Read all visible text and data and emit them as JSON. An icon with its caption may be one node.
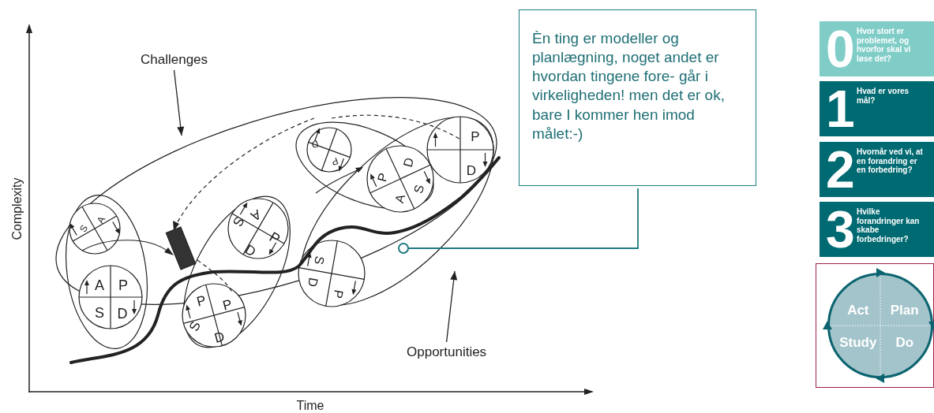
{
  "diagram": {
    "nodes": [
      {
        "text": [
          "Challenges"
        ]
      },
      {
        "text": [
          "Opportunities"
        ]
      },
      {
        "text": [
          "Èn ting er modeller og planlægning, noget andet er hvordan tingene fore- går i virkeligheden! men det er ok, bare I kommer hen imod målet:-)"
        ]
      },
      {
        "text": [
          "0",
          "Hvor stort er problemet, og hvorfor skal vi løse det?"
        ]
      },
      {
        "text": [
          "1",
          "Hvad er vores mål?"
        ]
      },
      {
        "text": [
          "2",
          "Hvornår ved vi, at en forandring er en forbedring?"
        ]
      },
      {
        "text": [
          "3",
          "Hvilke forandringer kan skabe forbedringer?"
        ]
      },
      {
        "text": [
          "Act",
          "Plan",
          "Study",
          "Do"
        ]
      }
    ],
    "edges": [
      {
        "from": 0,
        "to": null,
        "arrow": "to"
      },
      {
        "from": 1,
        "to": null,
        "arrow": "to"
      },
      {
        "from": 2,
        "to": null,
        "arrow": "other",
        "color": "#1f7a80"
      }
    ],
    "labels": [
      "Complexity",
      "A",
      "S",
      "A",
      "P",
      "S",
      "D",
      "P",
      "P",
      "S",
      "D",
      "A",
      "P",
      "S",
      "D",
      "D",
      "P",
      "S",
      "D",
      "P",
      "P",
      "D",
      "A",
      "S",
      "P",
      "D",
      "Time"
    ]
  }
}
